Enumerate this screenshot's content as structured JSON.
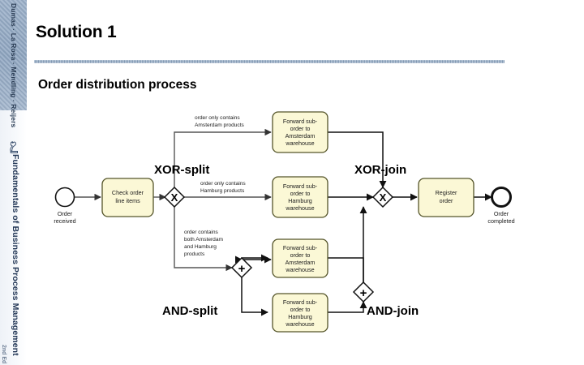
{
  "sidebar": {
    "authors": "Dumas · La Rosa · Mendling · Reijers",
    "book_title": "Fundamentals of Business Process Management",
    "edition": "2nd Ed",
    "icon": "chess-knight-icon"
  },
  "header": {
    "title": "Solution 1",
    "subtitle": "Order distribution process",
    "rule_color": "#7f9ab8"
  },
  "diagram": {
    "type": "bpmn",
    "colors": {
      "task_fill": "#fbf8d6",
      "task_stroke": "#4a4a20",
      "stroke": "#1a1a1a",
      "flow": "#555555"
    },
    "start_event": {
      "label": "Order\nreceived",
      "line1": "Order",
      "line2": "received"
    },
    "end_event": {
      "label": "Order\ncompleted",
      "line1": "Order",
      "line2": "completed"
    },
    "tasks": [
      {
        "id": "check",
        "lines": [
          "Check order",
          "line items"
        ]
      },
      {
        "id": "fwd-ams-xor",
        "lines": [
          "Forward sub-",
          "order to",
          "Amsterdam",
          "warehouse"
        ]
      },
      {
        "id": "fwd-ham-xor",
        "lines": [
          "Forward sub-",
          "order to",
          "Hamburg",
          "warehouse"
        ]
      },
      {
        "id": "fwd-ams-and",
        "lines": [
          "Forward sub-",
          "order to",
          "Amsterdam",
          "warehouse"
        ]
      },
      {
        "id": "fwd-ham-and",
        "lines": [
          "Forward sub-",
          "order to",
          "Hamburg",
          "warehouse"
        ]
      },
      {
        "id": "register",
        "lines": [
          "Register",
          "order"
        ]
      }
    ],
    "gateways": [
      {
        "id": "xor-split",
        "symbol": "X",
        "annotation": "XOR-split"
      },
      {
        "id": "xor-join",
        "symbol": "X",
        "annotation": "XOR-join"
      },
      {
        "id": "and-split",
        "symbol": "+",
        "annotation": "AND-split"
      },
      {
        "id": "and-join",
        "symbol": "+",
        "annotation": "AND-join"
      }
    ],
    "conditions": [
      {
        "id": "cond-amsterdam",
        "lines": [
          "order only contains",
          "Amsterdam products"
        ]
      },
      {
        "id": "cond-hamburg",
        "lines": [
          "order only contains",
          "Hamburg products"
        ]
      },
      {
        "id": "cond-both",
        "lines": [
          "order contains",
          "both Amsterdam",
          "and Hamburg",
          "products"
        ]
      }
    ]
  }
}
